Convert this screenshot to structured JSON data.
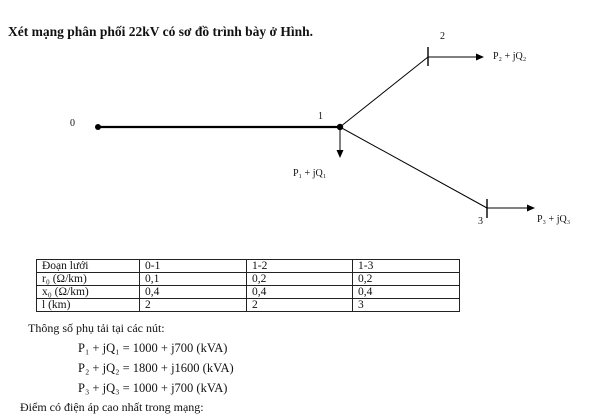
{
  "title": "Xét mạng phân phối 22kV có sơ đồ trình bày ở Hình.",
  "diagram": {
    "node_0": "0",
    "node_1": "1",
    "node_2": "2",
    "node_3": "3",
    "load_1": "P₁ + jQ₁",
    "load_2": "P₂ + jQ₂",
    "load_3": "P₃ + jQ₃"
  },
  "table": {
    "rows": [
      [
        "Đoạn lưới",
        "0-1",
        "1-2",
        "1-3"
      ],
      [
        "r₀ (Ω/km)",
        "0,1",
        "0,2",
        "0,2"
      ],
      [
        "x₀ (Ω/km)",
        "0,4",
        "0,4",
        "0,4"
      ],
      [
        "l (km)",
        "2",
        "2",
        "3"
      ]
    ]
  },
  "load_heading": "Thông số phụ tải tại các nút:",
  "equations": [
    "P₁ + jQ₁ = 1000 + j700 (kVA)",
    "P₂ + jQ₂ = 1800 + j1600 (kVA)",
    "P₃ + jQ₃ = 1000 + j700 (kVA)"
  ],
  "question": "Điểm có điện áp cao nhất trong mạng:"
}
